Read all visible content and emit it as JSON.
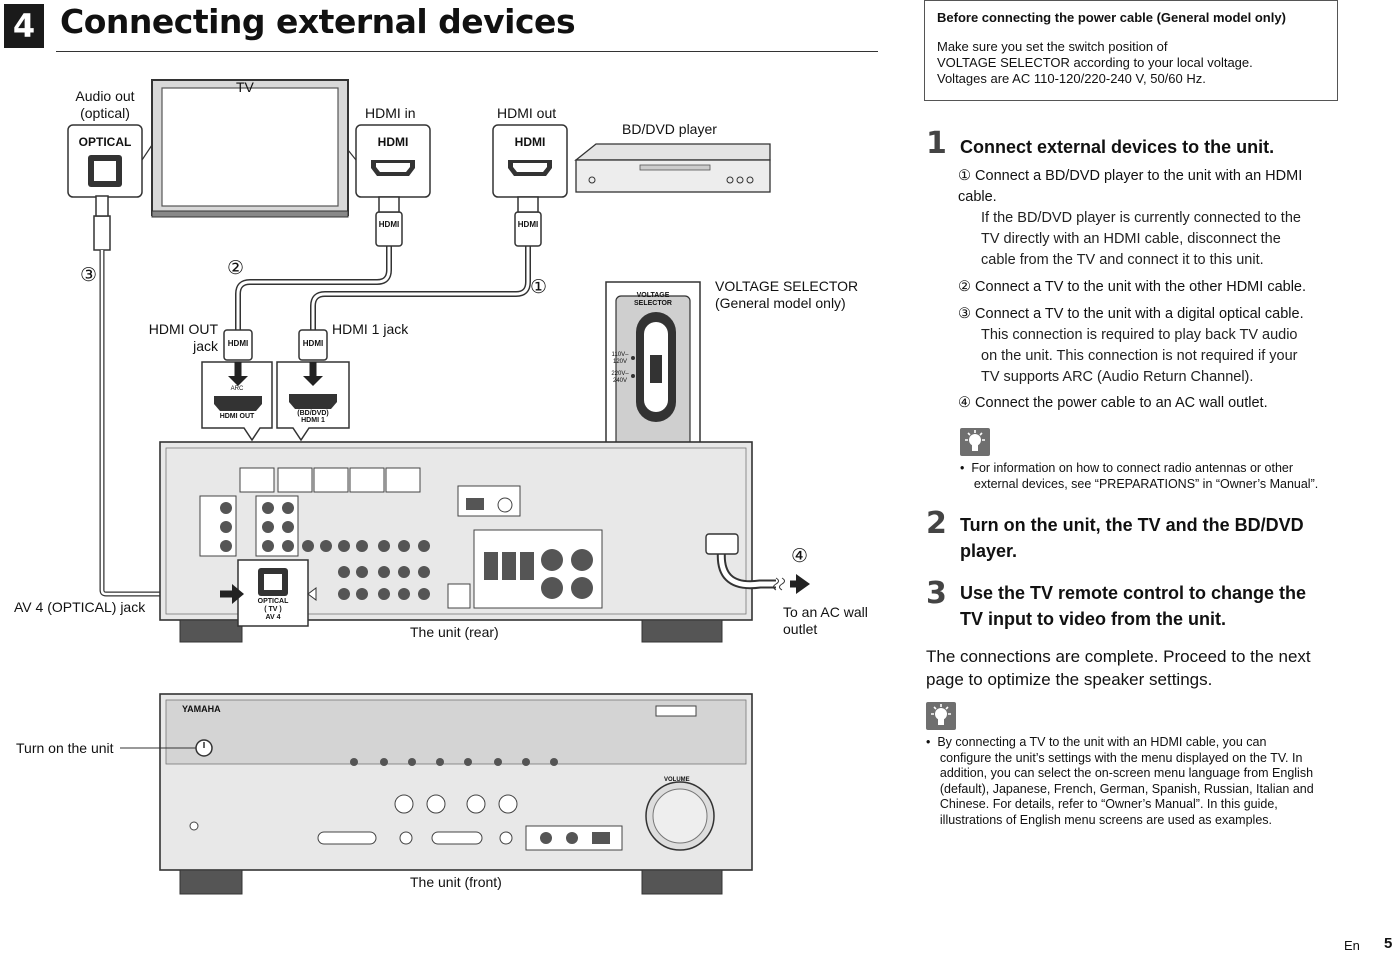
{
  "section": {
    "number": "4",
    "title": "Connecting external devices"
  },
  "diagram": {
    "labels": {
      "audio_out": "Audio out\n(optical)",
      "tv": "TV",
      "hdmi_in": "HDMI in",
      "hdmi_out": "HDMI out",
      "bd_player": "BD/DVD player",
      "voltage_selector": "VOLTAGE SELECTOR\n(General model only)",
      "hdmi_out_jack": "HDMI OUT\njack",
      "hdmi1_jack": "HDMI 1 jack",
      "av4_jack": "AV 4 (OPTICAL) jack",
      "ac_outlet": "To an AC wall\noutlet",
      "unit_rear": "The unit (rear)",
      "turn_on": "Turn on the unit",
      "unit_front": "The unit (front)"
    },
    "port_text": {
      "optical": "OPTICAL",
      "hdmi": "HDMI",
      "arc": "ARC",
      "hdmi_out_port": "HDMI OUT",
      "bd_dvd": "(BD/DVD)",
      "hdmi_1": "HDMI 1",
      "opt_panel": "OPTICAL\n( TV )\nAV 4",
      "voltage_title": "VOLTAGE\nSELECTOR",
      "v110": "110V–\n120V",
      "v220": "220V–\n240V",
      "yamaha": "YAMAHA",
      "volume": "VOLUME"
    },
    "markers": {
      "m1": "①",
      "m2": "②",
      "m3": "③",
      "m4": "④"
    }
  },
  "note_box": {
    "title": "Before connecting the power cable (General model only)",
    "body": "Make sure you set the switch position of\nVOLTAGE SELECTOR according to your local voltage.\nVoltages are AC 110-120/220-240 V, 50/60 Hz."
  },
  "steps": [
    {
      "num": "1",
      "title": "Connect external devices to the unit.",
      "subs": [
        {
          "head": "① Connect a BD/DVD player to the unit with an HDMI\ncable.",
          "body": "If the BD/DVD player is currently connected to the\nTV directly with an HDMI cable, disconnect the\ncable from the TV and connect it to this unit."
        },
        {
          "head": "② Connect a TV to the unit with the other HDMI cable.",
          "body": ""
        },
        {
          "head": "③ Connect a TV to the unit with a digital optical cable.",
          "body": "This connection is required to play back TV audio\non the unit. This connection is not required if your\nTV supports ARC (Audio Return Channel)."
        },
        {
          "head": "④ Connect the power cable to an AC wall outlet.",
          "body": ""
        }
      ],
      "tip": "•  For information on how to connect radio antennas or other\n    external devices, see “PREPARATIONS” in “Owner’s Manual”."
    },
    {
      "num": "2",
      "title": "Turn on the unit, the TV and the BD/DVD\nplayer."
    },
    {
      "num": "3",
      "title": "Use the TV remote control to change the\nTV input to video from the unit."
    }
  ],
  "closing": "The connections are complete. Proceed to the next\npage to optimize the speaker settings.",
  "tip2": "•  By connecting a TV to the unit with an HDMI cable, you can\n    configure the unit’s settings with the menu displayed on the TV. In\n    addition, you can select the on-screen menu language from English\n    (default), Japanese, French, German, Spanish, Russian, Italian and\n    Chinese. For details, refer to “Owner’s Manual”. In this guide,\n    illustrations of English menu screens are used as examples.",
  "footer": {
    "lang": "En",
    "page": "5"
  }
}
